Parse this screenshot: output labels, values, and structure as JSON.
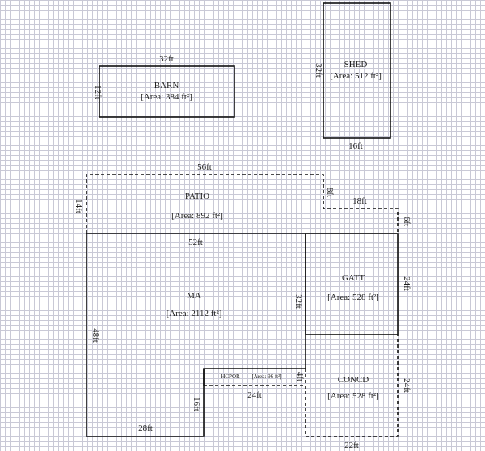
{
  "areas": {
    "barn": {
      "name": "BARN",
      "area": "[Area: 384 ft²]",
      "width": "32ft",
      "height": "12ft"
    },
    "shed": {
      "name": "SHED",
      "area": "[Area: 512 ft²]",
      "width": "16ft",
      "height": "32ft"
    },
    "patio": {
      "name": "PATIO",
      "area": "[Area: 892 ft²]",
      "top": "56ft",
      "left": "14ft",
      "step": "8ft",
      "step_width": "18ft",
      "right": "6ft"
    },
    "ma": {
      "name": "MA",
      "area": "[Area: 2112 ft²]",
      "top": "52ft",
      "left": "48ft",
      "right": "32ft",
      "bottom": "28ft",
      "inner": "16ft"
    },
    "gatt": {
      "name": "GATT",
      "area": "[Area: 528 ft²]",
      "right": "24ft"
    },
    "hcpor": {
      "name": "HCPOR",
      "area": "[Area: 96 ft²]",
      "bottom": "24ft",
      "right": "4ft"
    },
    "concd": {
      "name": "CONCD",
      "area": "[Area: 528 ft²]",
      "right": "24ft",
      "bottom": "22ft"
    }
  }
}
